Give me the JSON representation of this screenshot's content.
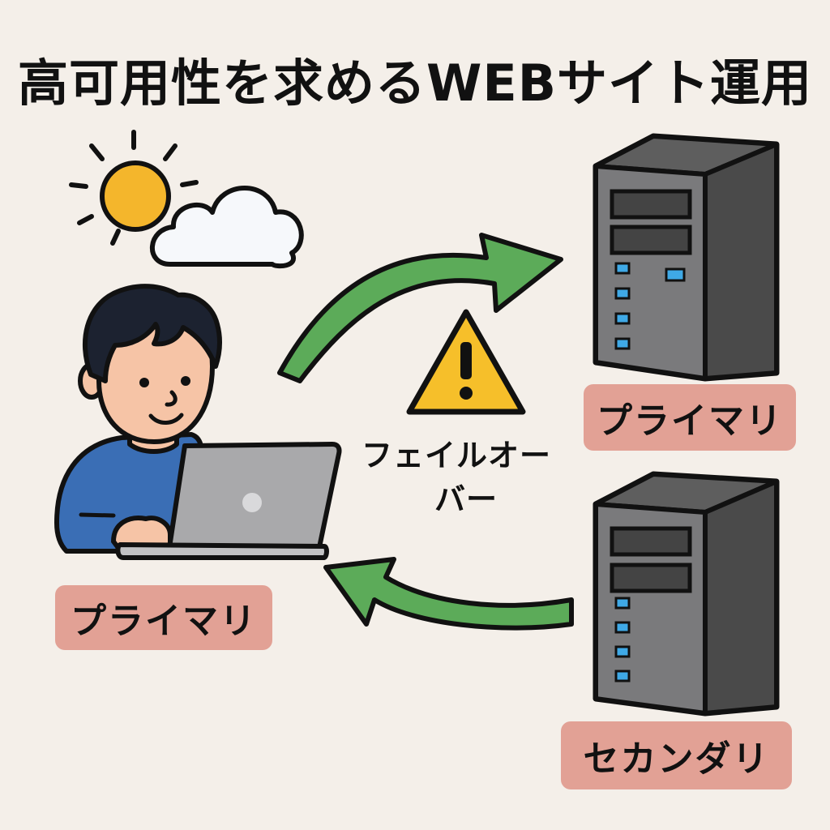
{
  "title": "高可用性を求めるWEBサイト運用",
  "labels": {
    "user": "プライマリ",
    "primary_server": "プライマリ",
    "secondary_server": "セカンダリ"
  },
  "failover": {
    "line1": "フェイルオー",
    "line2": "バー"
  },
  "colors": {
    "background": "#f4efe9",
    "label_bg": "#e2a195",
    "arrow": "#5cab59",
    "warning": "#f6bf2a",
    "shirt": "#3a6eb5",
    "sun": "#f4b62c",
    "server_body": "#6c6c6c",
    "server_led": "#3fa9e6"
  },
  "icons": [
    "sun-icon",
    "cloud-icon",
    "user-figure",
    "laptop-icon",
    "server-icon",
    "warning-icon",
    "arrow-icon"
  ]
}
